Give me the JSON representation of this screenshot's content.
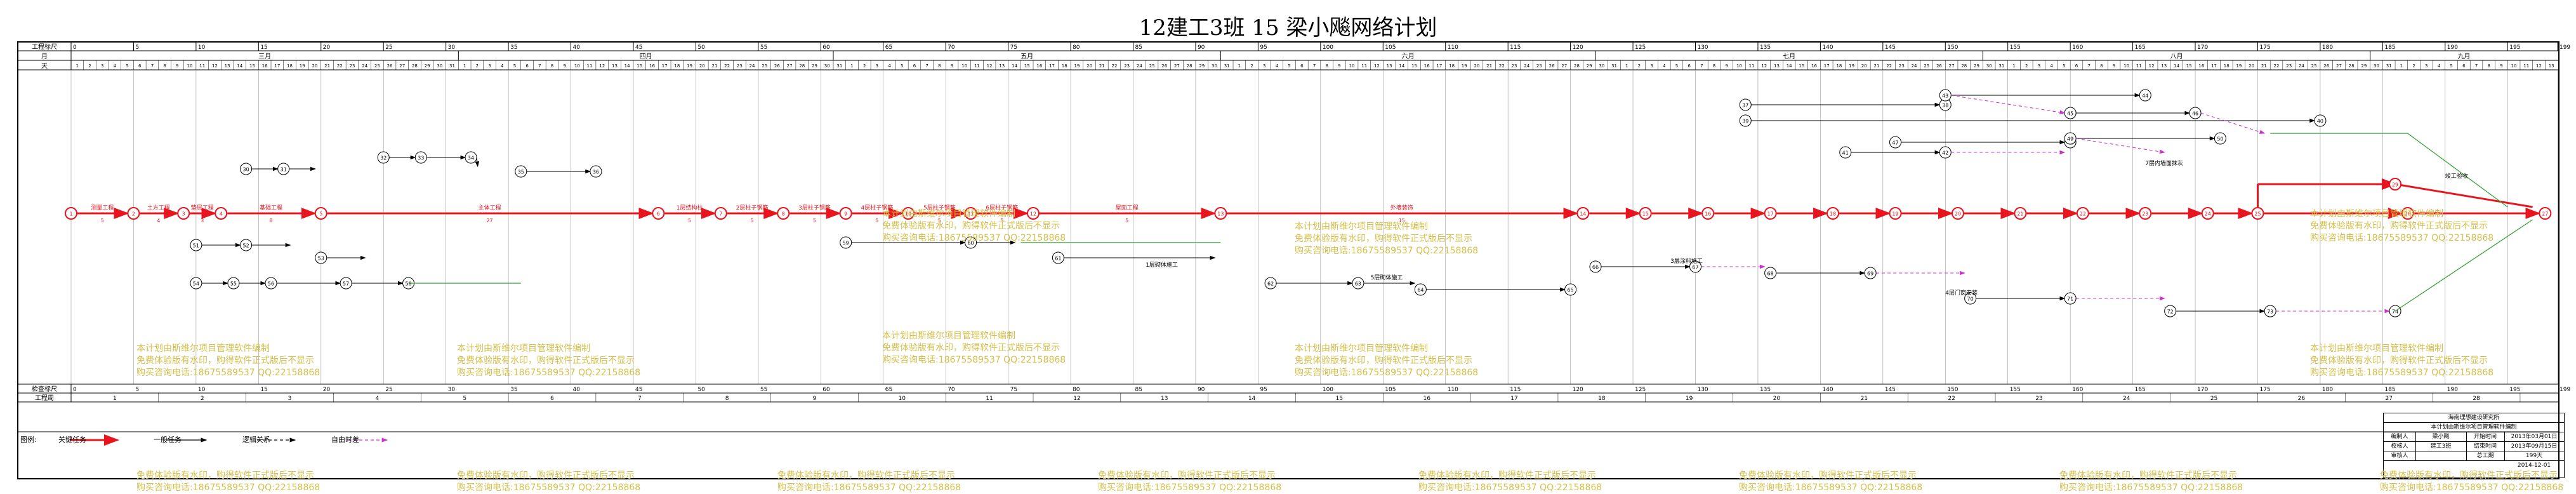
{
  "title": "12建工3班   15   梁小飚网络计划",
  "header": {
    "row1_label": "工程标尺",
    "row2_label": "月",
    "row3_label": "天",
    "months": [
      "三月",
      "四月",
      "五月",
      "六月",
      "七月",
      "八月",
      "九月"
    ],
    "scale_ticks": [
      "0",
      "5",
      "10",
      "15",
      "20",
      "25",
      "30",
      "35",
      "40",
      "45",
      "50",
      "55",
      "60",
      "65",
      "70",
      "75",
      "80",
      "85",
      "90",
      "95",
      "100",
      "105",
      "110",
      "115",
      "120",
      "125",
      "130",
      "135",
      "140",
      "145",
      "150",
      "155",
      "160",
      "165",
      "170",
      "175",
      "180",
      "185",
      "190",
      "195",
      "199"
    ]
  },
  "footer": {
    "row1_label": "检查标尺",
    "row2_label": "工程周",
    "week_numbers": [
      "1",
      "2",
      "3",
      "4",
      "5",
      "6",
      "7",
      "8",
      "9",
      "10",
      "11",
      "12",
      "13",
      "14",
      "15",
      "16",
      "17",
      "18",
      "19",
      "20",
      "21",
      "22",
      "23",
      "24",
      "25",
      "26",
      "27",
      "28"
    ]
  },
  "colors": {
    "critical": "#e8141e",
    "normal": "#000000",
    "virtual": "#cc33cc",
    "free_float": "#2e9e2e",
    "watermark": "#d4c04a",
    "grid": "#9a9a9a"
  },
  "legend": {
    "label": "图例:",
    "items": [
      {
        "name": "关键任务",
        "color": "#e8141e"
      },
      {
        "name": "一般任务",
        "color": "#000000"
      },
      {
        "name": "逻辑关系",
        "color": "#000000"
      },
      {
        "name": "自由时差",
        "color": "#cc33cc"
      }
    ]
  },
  "watermark": {
    "line1": "本计划由斯维尔项目管理软件编制",
    "line2": "免费体验版有水印，购得软件正式版后不显示",
    "line3": "购买咨询电话:18675589537 QQ:22158868"
  },
  "critical_tasks": [
    {
      "label": "测量工程",
      "days": "5"
    },
    {
      "label": "土方工程",
      "days": "4"
    },
    {
      "label": "垫层工程",
      "days": "3"
    },
    {
      "label": "基础工程",
      "days": "8"
    },
    {
      "label": "主体工程",
      "days": "27"
    },
    {
      "label": "1层结构柱",
      "days": "5"
    },
    {
      "label": "2层柱子钢筋",
      "days": "5"
    },
    {
      "label": "3层柱子钢筋",
      "days": "5"
    },
    {
      "label": "4层柱子钢筋",
      "days": "5"
    },
    {
      "label": "5层柱子钢筋",
      "days": "5"
    },
    {
      "label": "6层柱子钢筋",
      "days": "5"
    },
    {
      "label": "屋面工程",
      "days": "5"
    },
    {
      "label": "外墙装饰",
      "days": "15"
    }
  ],
  "notes": {
    "label_1": "7层内墙面抹灰",
    "label_2": "1层砌体施工",
    "label_3": "5层砌体施工",
    "label_4": "3层涂料施工",
    "label_5": "4层门窗安装",
    "label_6": "竣工验收"
  },
  "title_block": {
    "rows": [
      {
        "cells": [
          "海南理想建设研究所"
        ]
      },
      {
        "cells": [
          "本计划由斯维尔项目管理软件编制"
        ]
      },
      {
        "cells": [
          "编制人",
          "梁小飚",
          "开始时间",
          "2013年03月01日"
        ]
      },
      {
        "cells": [
          "校核人",
          "建工3班",
          "结束时间",
          "2013年09月15日"
        ]
      },
      {
        "cells": [
          "审核人",
          "",
          "总工期",
          "199天"
        ]
      },
      {
        "cells": [
          "",
          "",
          "",
          "2014-12-01"
        ]
      }
    ]
  }
}
